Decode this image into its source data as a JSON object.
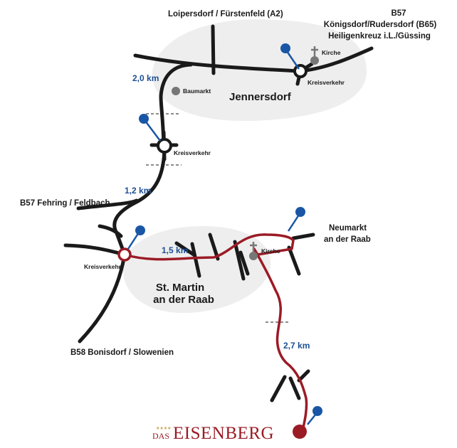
{
  "map": {
    "colors": {
      "road": "#1a1a1a",
      "route": "#9b1b25",
      "pin": "#1a56a6",
      "town_area": "#eeeeee",
      "distance_text": "#1d4f95"
    },
    "towns": {
      "jennersdorf": "Jennersdorf",
      "st_martin_line1": "St. Martin",
      "st_martin_line2": "an der Raab"
    },
    "roads": {
      "loipersdorf": "Loipersdorf / Fürstenfeld (A2)",
      "b57_line1": "B57",
      "b57_line2": "Königsdorf/Rudersdorf (B65)",
      "b57_line3": "Heiligenkreuz i.L./Güssing",
      "fehring": "B57 Fehring / Feldbach",
      "bonisdorf": "B58 Bonisdorf / Slowenien",
      "neumarkt_line1": "Neumarkt",
      "neumarkt_line2": "an der Raab"
    },
    "distances": {
      "d1": "2,0 km",
      "d2": "1,2 km",
      "d3": "1,5 km",
      "d4": "2,7 km"
    },
    "landmarks": {
      "kirche": "Kirche",
      "kreisverkehr": "Kreisverkehr",
      "baumarkt": "Baumarkt"
    },
    "logo": {
      "stars": "★★★★",
      "das": "DAS",
      "name": "EISENBERG"
    }
  }
}
